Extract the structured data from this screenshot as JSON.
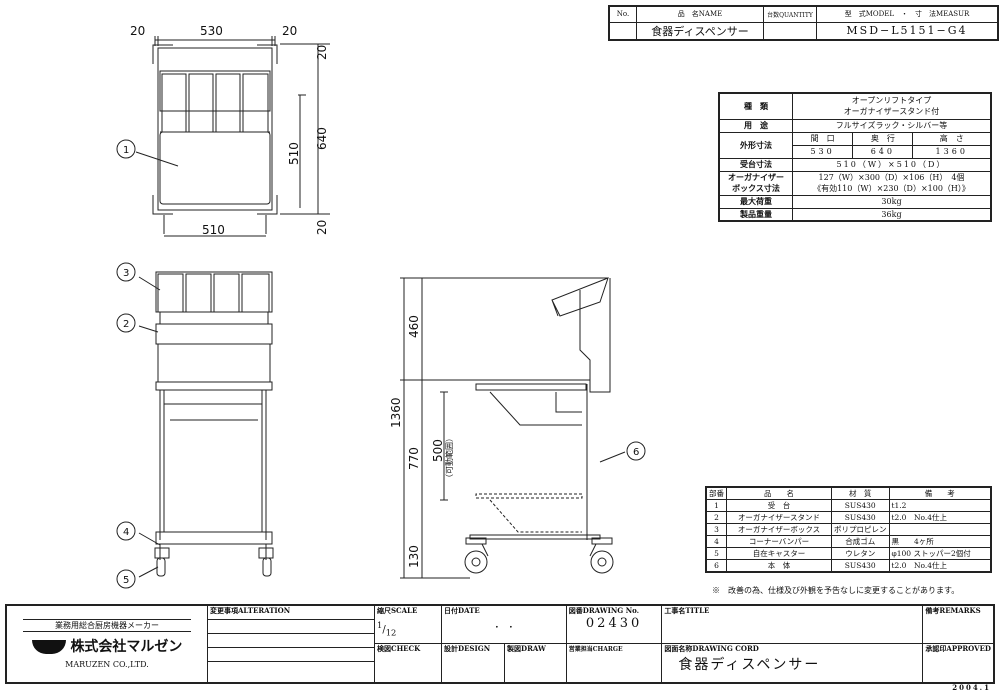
{
  "header": {
    "no_label": "No.",
    "name_label": "品　名NAME",
    "qty_label": "台数QUANTITY",
    "model_label": "型　式MODEL　・　寸　法MEASUR",
    "name": "食器ディスペンサー",
    "qty": "",
    "model": "MSD−L5151−G4"
  },
  "spec": {
    "type_label": "種　類",
    "type_1": "オープンリフトタイプ",
    "type_2": "オーガナイザースタンド付",
    "use_label": "用　途",
    "use": "フルサイズラック・シルバー等",
    "outer_label": "外形寸法",
    "w_label": "間　口",
    "d_label": "奥　行",
    "h_label": "高　さ",
    "w": "530",
    "d": "640",
    "h": "1360",
    "platform_label": "受台寸法",
    "platform": "510（W）×510（D）",
    "box_label_1": "オーガナイザー",
    "box_label_2": "ボックス寸法",
    "box_1": "127（W）×300（D）×106（H）　4個",
    "box_2": "《有効110（W）×230（D）×100（H）》",
    "load_label": "最大荷重",
    "load": "30kg",
    "weight_label": "製品重量",
    "weight": "36kg"
  },
  "parts": {
    "headers": [
      "部番",
      "品　　名",
      "材　質",
      "備　　考"
    ],
    "rows": [
      [
        "1",
        "受　台",
        "SUS430",
        "t1.2"
      ],
      [
        "2",
        "オーガナイザースタンド",
        "SUS430",
        "t2.0　No.4仕上"
      ],
      [
        "3",
        "オーガナイザーボックス",
        "ポリプロピレン",
        ""
      ],
      [
        "4",
        "コーナーバンパー",
        "合成ゴム",
        "黒　　4ヶ所"
      ],
      [
        "5",
        "自在キャスター",
        "ウレタン",
        "φ100 ストッパー2個付"
      ],
      [
        "6",
        "本　体",
        "SUS430",
        "t2.0　No.4仕上"
      ]
    ],
    "note": "※　改善の為、仕様及び外観を予告なしに変更することがあります。"
  },
  "dims": {
    "top_20a": "20",
    "top_530": "530",
    "top_20b": "20",
    "right_20a": "20",
    "right_640": "640",
    "right_510": "510",
    "right_20b": "20",
    "bottom_510": "510",
    "h_1360": "1360",
    "h_460": "460",
    "h_770": "770",
    "h_130": "130",
    "h_500": "500",
    "range": "（可動範囲）"
  },
  "callouts": [
    "1",
    "2",
    "3",
    "4",
    "5",
    "6"
  ],
  "footer": {
    "maker": "業務用総合厨房機器メーカー",
    "company": "株式会社マルゼン",
    "company_en": "MARUZEN CO.,LTD.",
    "alteration_label": "変更事項ALTERATION",
    "scale_label": "縮尺SCALE",
    "scale_num": "1",
    "scale_den": "12",
    "date_label": "日付DATE",
    "date": "・　・",
    "drawing_no_label": "図番DRAWING No.",
    "drawing_no": "02430",
    "title_label": "工事名TITLE",
    "remarks_label": "備考REMARKS",
    "check_label": "検図CHECK",
    "design_label": "設計DESIGN",
    "draw_label": "製図DRAW",
    "charge_label": "営業担当CHARGE",
    "cord_label": "図面名称DRAWING CORD",
    "cord": "食器ディスペンサー",
    "approved_label": "承認印APPROVED",
    "version": "2004.1"
  }
}
